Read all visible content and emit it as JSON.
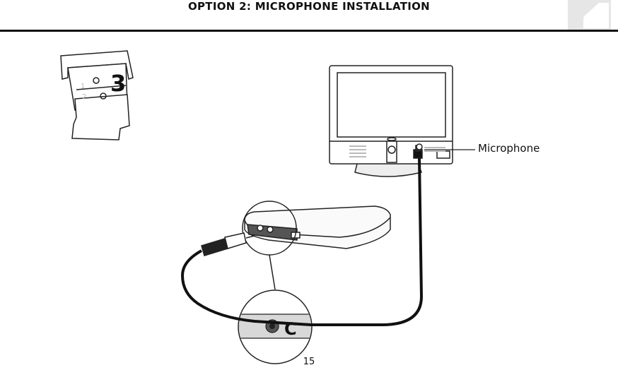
{
  "header": {
    "title": "OPTION 2: MICROPHONE INSTALLATION"
  },
  "callouts": {
    "microphone": "Microphone",
    "step_number": "3",
    "step_small_1": "1",
    "step_small_2": "2",
    "port_letter": "C"
  },
  "footer": {
    "page_number": "15"
  },
  "colors": {
    "ink": "#111111",
    "corner_tab": "#e6e6e6"
  }
}
